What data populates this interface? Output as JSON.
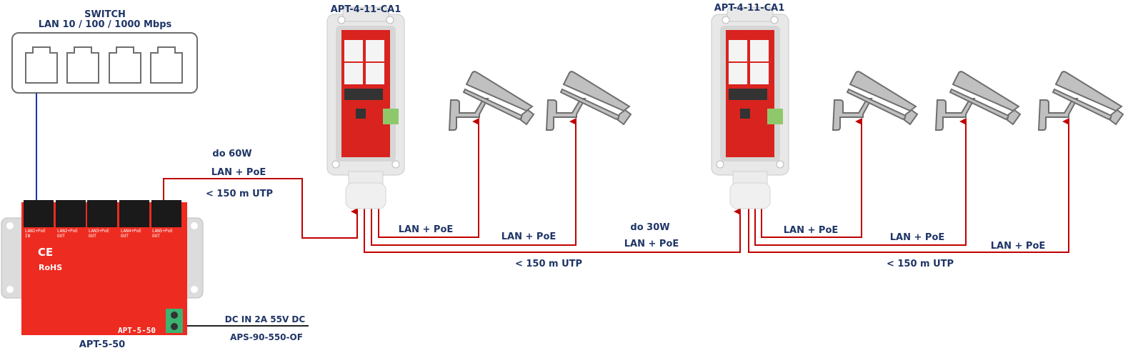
{
  "switch": {
    "title": "SWITCH",
    "subtitle": "LAN 10 / 100 / 1000 Mbps"
  },
  "main_device": {
    "name": "APT-5-50",
    "board_text": "APT-5-50",
    "ports": [
      "LAN1+PoE IN",
      "LAN2+PoE OUT",
      "LAN3+PoE OUT",
      "LAN4+PoE OUT",
      "LAN5+PoE OUT"
    ],
    "marks": [
      "CE",
      "RoHS"
    ]
  },
  "splitters": [
    {
      "name": "APT-4-11-CA1"
    },
    {
      "name": "APT-4-11-CA1"
    }
  ],
  "labels": {
    "uplink_power": "do 60W",
    "uplink_type": "LAN + PoE",
    "uplink_distance": "< 150 m UTP",
    "s1_cam1": "LAN + PoE",
    "s1_cam2": "LAN + PoE",
    "s1_link_power": "do 30W",
    "s1_link_type": "LAN + PoE",
    "s1_distance": "< 150 m UTP",
    "s2_cam1": "LAN + PoE",
    "s2_cam2": "LAN + PoE",
    "s2_cam3": "LAN + PoE",
    "s2_distance": "< 150 m UTP",
    "dc_in": "DC IN  2A 55V DC",
    "psu": "APS-90-550-OF"
  },
  "colors": {
    "poe_line": "#c00000",
    "lan_line": "#1a33b0",
    "text": "#1f3566"
  }
}
